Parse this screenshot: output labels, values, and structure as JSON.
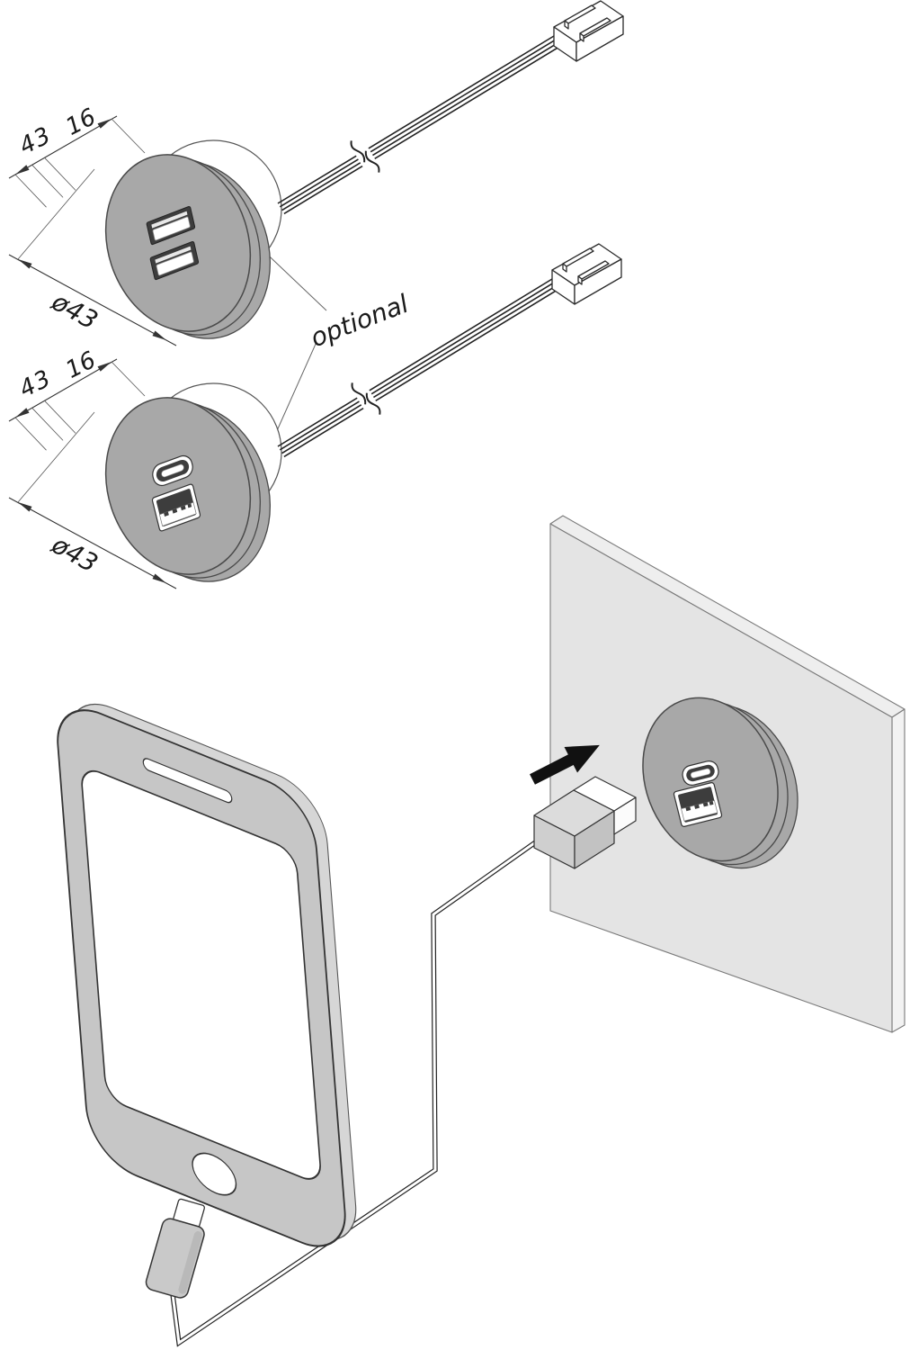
{
  "figure": {
    "kind": "technical installation illustration",
    "subject": "round furniture USB charging sockets with cable and phone charging scene"
  },
  "annotations": {
    "socket_top": {
      "depth_dimensions": [
        "4",
        "3",
        "16"
      ],
      "diameter": "ø43"
    },
    "socket_middle": {
      "depth_dimensions": [
        "4",
        "3",
        "16"
      ],
      "diameter": "ø43"
    },
    "connector_note": "optional"
  },
  "colors": {
    "socket_face": "#a8a8a8",
    "outline": "#2b2b2b",
    "port_dark": "#3d3d3d",
    "panel_face": "#e4e4e4",
    "panel_edge": "#f0f0f0",
    "phone_bezel": "#c6c6c6",
    "arrow_black": "#111111",
    "white": "#ffffff"
  }
}
